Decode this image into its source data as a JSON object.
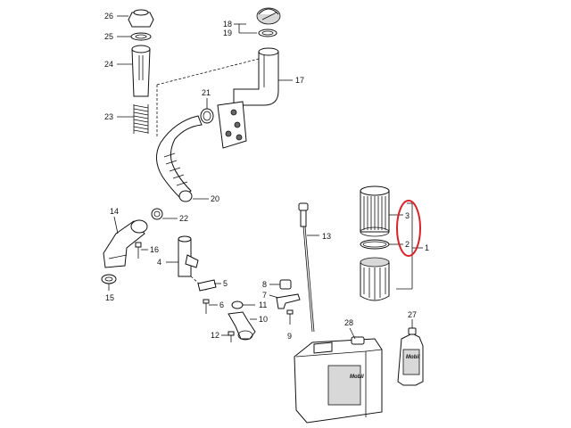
{
  "callouts": {
    "c1": "1",
    "c2": "2",
    "c3": "3",
    "c4": "4",
    "c5": "5",
    "c6": "6",
    "c7": "7",
    "c8": "8",
    "c9": "9",
    "c10": "10",
    "c11": "11",
    "c12": "12",
    "c13": "13",
    "c14": "14",
    "c15": "15",
    "c16": "16",
    "c17": "17",
    "c18": "18",
    "c19": "19",
    "c20": "20",
    "c21": "21",
    "c22": "22",
    "c23": "23",
    "c24": "24",
    "c25": "25",
    "c26": "26",
    "c27": "27",
    "c28": "28"
  },
  "branding": {
    "canister_logo": "Mobil",
    "bottle_logo": "Mobil"
  },
  "colors": {
    "line": "#111111",
    "highlight": "#d8232a",
    "fill_light": "#d8d8d8"
  }
}
